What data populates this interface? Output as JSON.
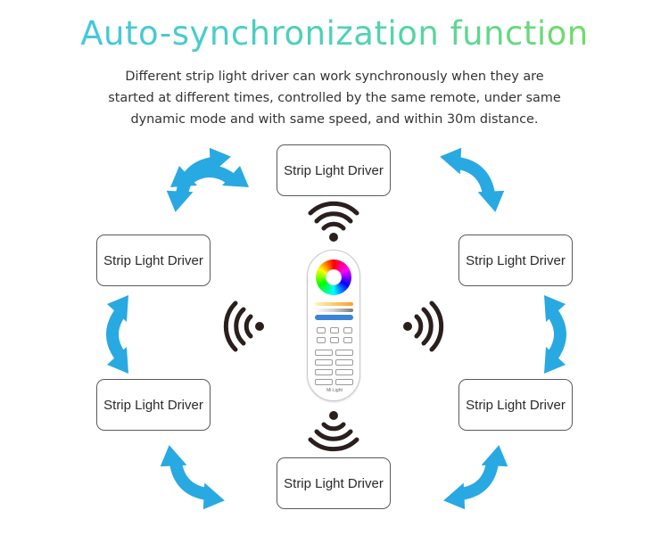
{
  "title": "Auto-synchronization function",
  "description": "Different strip light driver can work synchronously when they are started at different times, controlled by the same remote, under same dynamic mode and with same speed, and within 30m distance.",
  "description_lines": [
    "Different strip light driver can work synchronously when they are",
    "started at different times, controlled by the same remote, under same",
    "dynamic mode and with same speed, and within 30m distance."
  ],
  "nodes": [
    {
      "id": "top",
      "label": "Strip Light Driver"
    },
    {
      "id": "left-upper",
      "label": "Strip Light Driver"
    },
    {
      "id": "right-upper",
      "label": "Strip Light Driver"
    },
    {
      "id": "left-lower",
      "label": "Strip Light Driver"
    },
    {
      "id": "right-lower",
      "label": "Strip Light Driver"
    },
    {
      "id": "bottom",
      "label": "Strip Light Driver"
    }
  ],
  "remote": {
    "brand": "Mi·Light"
  },
  "colors": {
    "title_start": "#3fc4ea",
    "title_end": "#7be04a",
    "arrow": "#29a9e2",
    "signal": "#2a1f1d",
    "box_border": "#5a5a5a"
  },
  "icons": [
    "double-arrow-icon",
    "wifi-signal-icon",
    "remote-control-icon"
  ]
}
